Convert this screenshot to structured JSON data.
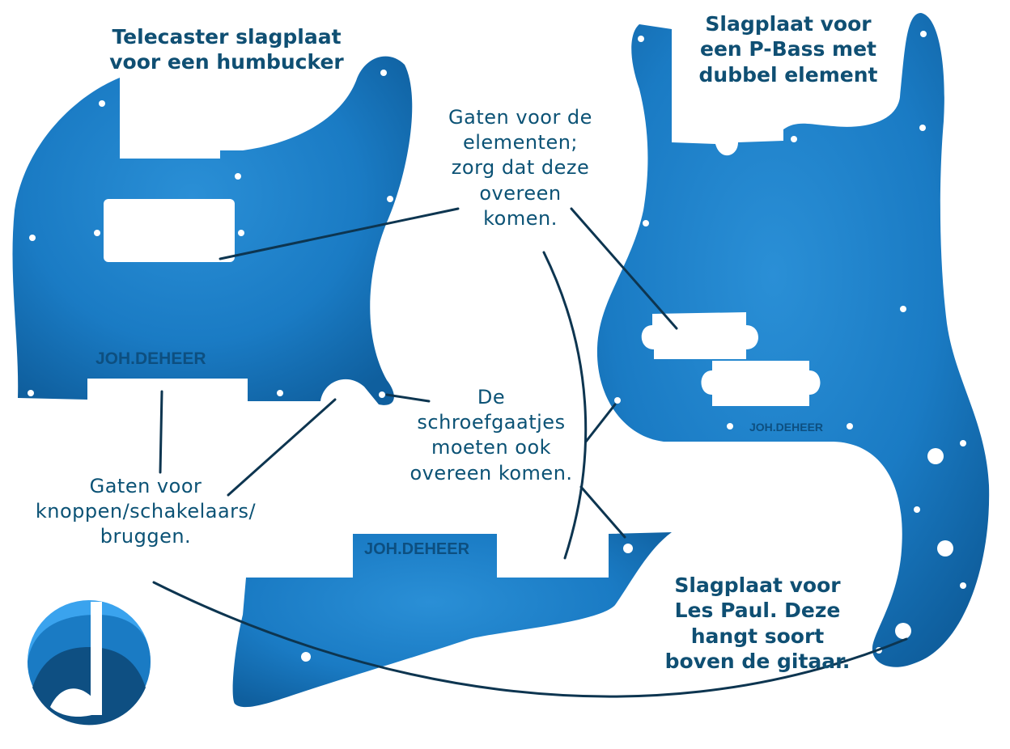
{
  "titles": {
    "telecaster": [
      "Telecaster slagplaat",
      "voor een humbucker"
    ],
    "pbass": [
      "Slagplaat voor",
      "een P-Bass met",
      "dubbel element"
    ],
    "lespaul": [
      "Slagplaat voor",
      "Les Paul. Deze",
      "hangt soort",
      "boven de gitaar."
    ]
  },
  "notes": {
    "pickups": [
      "Gaten voor de",
      "elementen;",
      "zorg dat deze",
      "overeen",
      "komen."
    ],
    "screws": [
      "De",
      "schroefgaatjes",
      "moeten ook",
      "overeen komen."
    ],
    "controls": [
      "Gaten voor",
      "knoppen/schakelaars/",
      "bruggen."
    ]
  },
  "brand": "JOH.DEHEER",
  "colors": {
    "plate": "#1a7bc4",
    "plate_light": "#2a8fd6",
    "plate_dark": "#0f5f9e",
    "line": "#0d3550",
    "text": "#0b5275",
    "logo_light": "#3aa3ee",
    "logo_mid": "#1a7bc4",
    "logo_dark": "#0e4f82"
  }
}
